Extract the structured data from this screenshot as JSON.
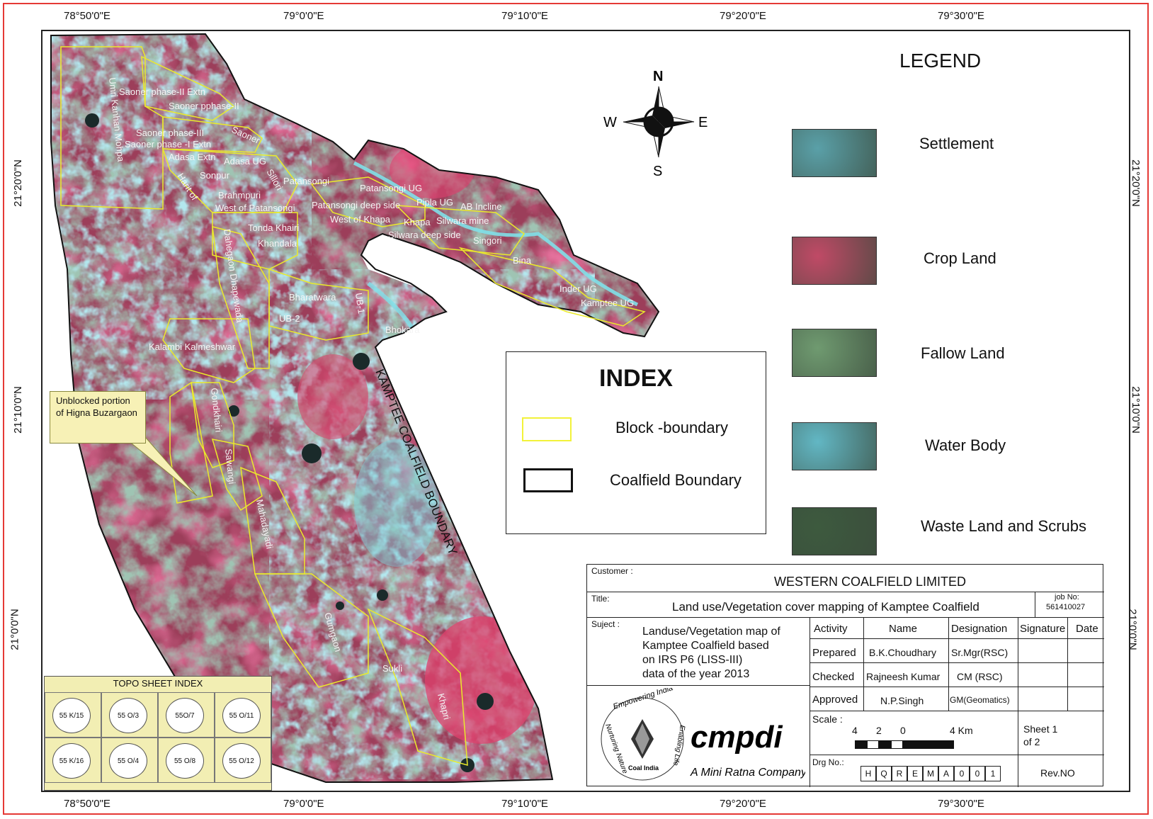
{
  "graticule": {
    "top": [
      "78°50'0\"E",
      "79°0'0\"E",
      "79°10'0\"E",
      "79°20'0\"E",
      "79°30'0\"E"
    ],
    "bottom": [
      "78°50'0\"E",
      "79°0'0\"E",
      "79°10'0\"E",
      "79°20'0\"E",
      "79°30'0\"E"
    ],
    "left": [
      "21°20'0\"N",
      "21°10'0\"N",
      "21°0'0\"N"
    ],
    "right": [
      "21°20'0\"N",
      "21°10'0\"N",
      "21°0'0\"N"
    ]
  },
  "compass": {
    "n": "N",
    "s": "S",
    "e": "E",
    "w": "W"
  },
  "legend": {
    "title": "LEGEND",
    "items": [
      {
        "label": "Settlement",
        "color": "#5aa0a8"
      },
      {
        "label": "Crop Land",
        "color": "#c04a66"
      },
      {
        "label": "Fallow Land",
        "color": "#6f9a70"
      },
      {
        "label": "Water Body",
        "color": "#62b7c4"
      },
      {
        "label": "Waste Land  and Scrubs",
        "color": "#3d5a3e"
      }
    ]
  },
  "index": {
    "title": "INDEX",
    "items": [
      {
        "label": "Block -boundary",
        "color": "#f2f23a"
      },
      {
        "label": "Coalfield Boundary",
        "color": "#111111"
      }
    ]
  },
  "boundary_label": "KAMPTEE COALFIELD BOUNDARY",
  "callout": "Unblocked portion of Higna Buzargaon",
  "blocks": [
    "Saoner phase-II Extn",
    "Saoner pphase-II",
    "Saoner phase-III",
    "Saoner phase -I Extn",
    "Adasa Extn",
    "Adasa UG",
    "Sonpur",
    "Brahmpuri",
    "West of Patansongi",
    "Patansongi",
    "Patansongi UG",
    "Patansongi deep side",
    "Pipla UG",
    "AB Incline",
    "West of Khapa",
    "Khapa",
    "Silwara mine",
    "Silwara deep side",
    "Singori",
    "Tonda Khairi",
    "Khandala",
    "Dahegaon Dhapewada",
    "Bharatwara",
    "UB-1",
    "UB-2",
    "Bhokara",
    "Kalambi Kalmeshwar",
    "Gondkhairi",
    "Sawangi",
    "Mahadayadi",
    "Gumgaon",
    "Sukli",
    "Khapri",
    "Umri Kanhan Mohpa",
    "Saoner",
    "Sillori",
    "Harit of",
    "Kamptee UG",
    "Bina",
    "Inder UG"
  ],
  "title_block": {
    "customer_label": "Customer :",
    "customer": "WESTERN COALFIELD LIMITED",
    "title_label": "Title:",
    "title": "Land use/Vegetation cover mapping of Kamptee Coalfield",
    "job_label": "job No:",
    "job_no": "561410027",
    "subject_label": "Suject :",
    "subject_lines": [
      "Landuse/Vegetation map of",
      "Kamptee Coalfield based",
      "on IRS P6 (LISS-III)",
      "data of the year 2013"
    ],
    "headers": {
      "activity": "Activity",
      "name": "Name",
      "designation": "Designation",
      "signature": "Signature",
      "date": "Date"
    },
    "rows": [
      {
        "activity": "Prepared",
        "name": "B.K.Choudhary",
        "designation": "Sr.Mgr(RSC)"
      },
      {
        "activity": "Checked",
        "name": "Rajneesh Kumar",
        "designation": "CM (RSC)"
      },
      {
        "activity": "Approved",
        "name": "N.P.Singh",
        "designation": "GM(Geomatics)"
      }
    ],
    "scale_label": "Scale :",
    "scale_ticks": [
      "4",
      "2",
      "0",
      "4 Km"
    ],
    "sheet": "Sheet 1",
    "sheet_of": "of 2",
    "drg_label": "Drg No.:",
    "drg": [
      "H",
      "Q",
      "R",
      "E",
      "M",
      "A",
      "0",
      "0",
      "1"
    ],
    "rev": "Rev.NO",
    "logo_text": "cmpdi",
    "logo_tagline": "A Mini Ratna Company",
    "seal_top": "Empowering India",
    "seal_left": "Nurturing Nature",
    "seal_right": "Enabling Life",
    "seal_center": "Coal India"
  },
  "topo": {
    "title": "TOPO SHEET INDEX",
    "cells": [
      "55 K/15",
      "55 O/3",
      "55O/7",
      "55 O/11",
      "55 K/16",
      "55 O/4",
      "55 O/8",
      "55 O/12"
    ]
  }
}
